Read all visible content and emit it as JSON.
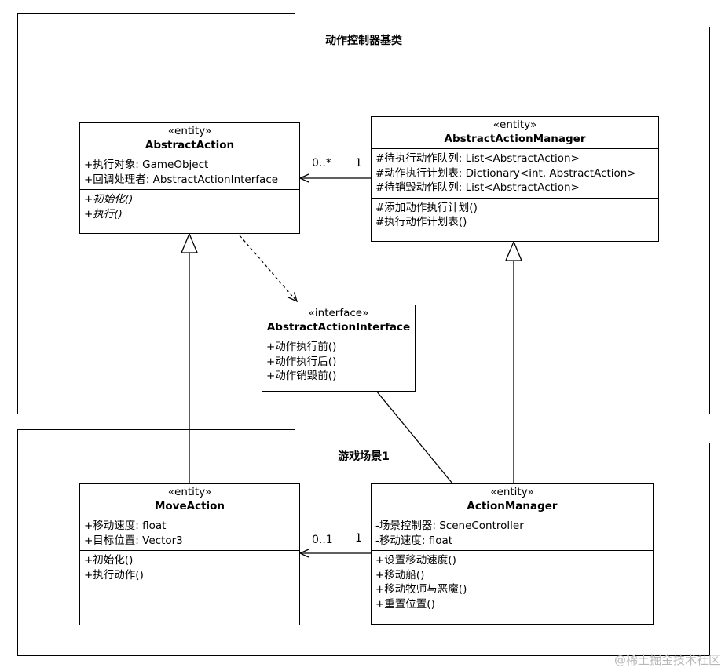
{
  "packages": {
    "base": {
      "title": "动作控制器基类"
    },
    "scene": {
      "title": "游戏场景1"
    }
  },
  "classes": {
    "abstract_action": {
      "stereotype": "«entity»",
      "name": "AbstractAction",
      "attributes": [
        "+执行对象: GameObject",
        "+回调处理者: AbstractActionInterface"
      ],
      "operations": [
        "+初始化()",
        "+执行()"
      ]
    },
    "abstract_action_manager": {
      "stereotype": "«entity»",
      "name": "AbstractActionManager",
      "attributes": [
        "#待执行动作队列: List<AbstractAction>",
        "#动作执行计划表: Dictionary<int, AbstractAction>",
        "#待销毁动作队列: List<AbstractAction>"
      ],
      "operations": [
        "#添加动作执行计划()",
        "#执行动作计划表()"
      ]
    },
    "abstract_action_interface": {
      "stereotype": "«interface»",
      "name": "AbstractActionInterface",
      "operations": [
        "+动作执行前()",
        "+动作执行后()",
        "+动作销毁前()"
      ]
    },
    "move_action": {
      "stereotype": "«entity»",
      "name": "MoveAction",
      "attributes": [
        "+移动速度: float",
        "+目标位置: Vector3"
      ],
      "operations": [
        "+初始化()",
        "+执行动作()"
      ]
    },
    "action_manager": {
      "stereotype": "«entity»",
      "name": "ActionManager",
      "attributes": [
        "-场景控制器: SceneController",
        "-移动速度: float"
      ],
      "operations": [
        "+设置移动速度()",
        "+移动船()",
        "+移动牧师与恶魔()",
        "+重置位置()"
      ]
    }
  },
  "associations": {
    "manager_to_action": {
      "source_mult": "1",
      "target_mult": "0..*"
    },
    "scene_manager_to_move": {
      "source_mult": "1",
      "target_mult": "0..1"
    }
  },
  "watermark": "@稀土掘金技术社区"
}
